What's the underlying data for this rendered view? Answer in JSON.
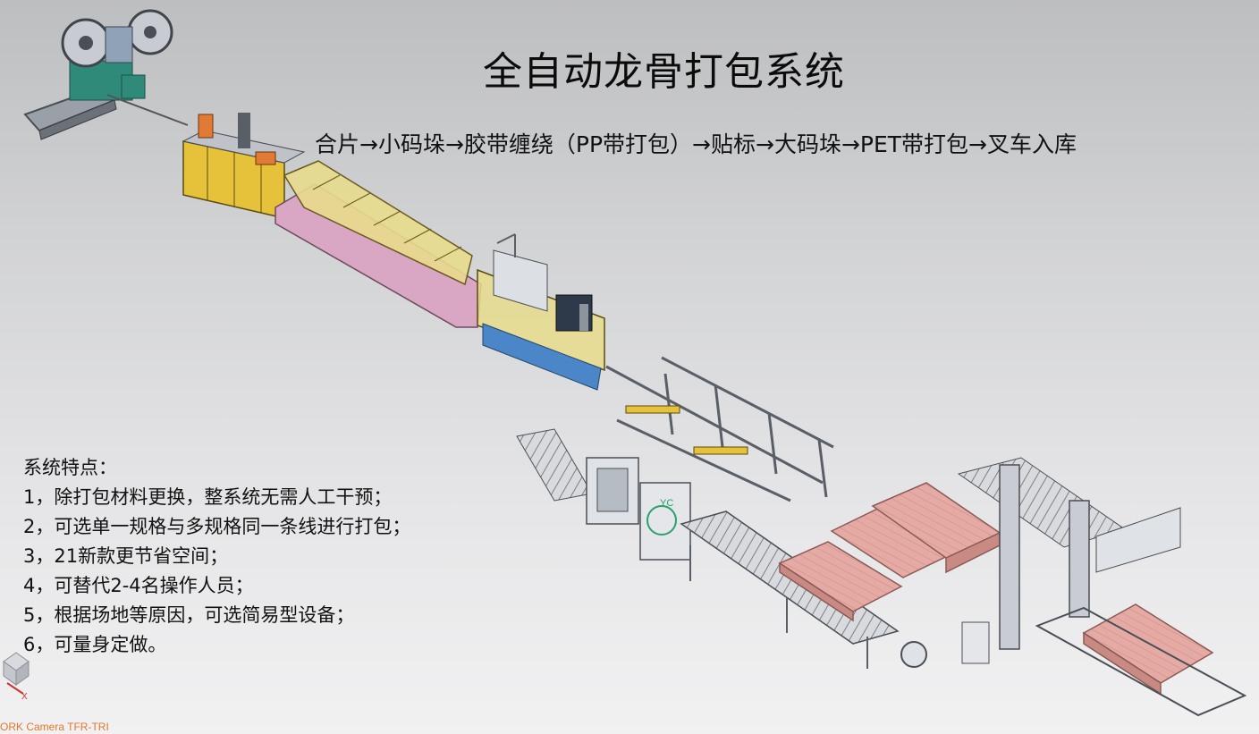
{
  "title": "全自动龙骨打包系统",
  "process_flow": "合片→小码垛→胶带缠绕（PP带打包）→贴标→大码垛→PET带打包→叉车入库",
  "features": {
    "heading": "系统特点：",
    "items": [
      "1，除打包材料更换，整系统无需人工干预；",
      "2，可选单一规格与多规格同一条线进行打包；",
      "3，21新款更节省空间；",
      "4，可替代2-4名操作人员；",
      "5，根据场地等原因，可选简易型设备；",
      "6，可量身定做。"
    ]
  },
  "viewport": {
    "camera_label": "ORK Camera TFR-TRI",
    "axis_labels": {
      "x": "X",
      "y": "YC"
    }
  },
  "colors": {
    "frame": "#5a5e66",
    "yellow_panel": "#e6c23a",
    "glass": "#e8dc8c",
    "pink_base": "#d9a6c4",
    "stack_pink": "#e3a6a0",
    "blue_base": "#4a86c8",
    "steel": "#c9cdd3"
  }
}
